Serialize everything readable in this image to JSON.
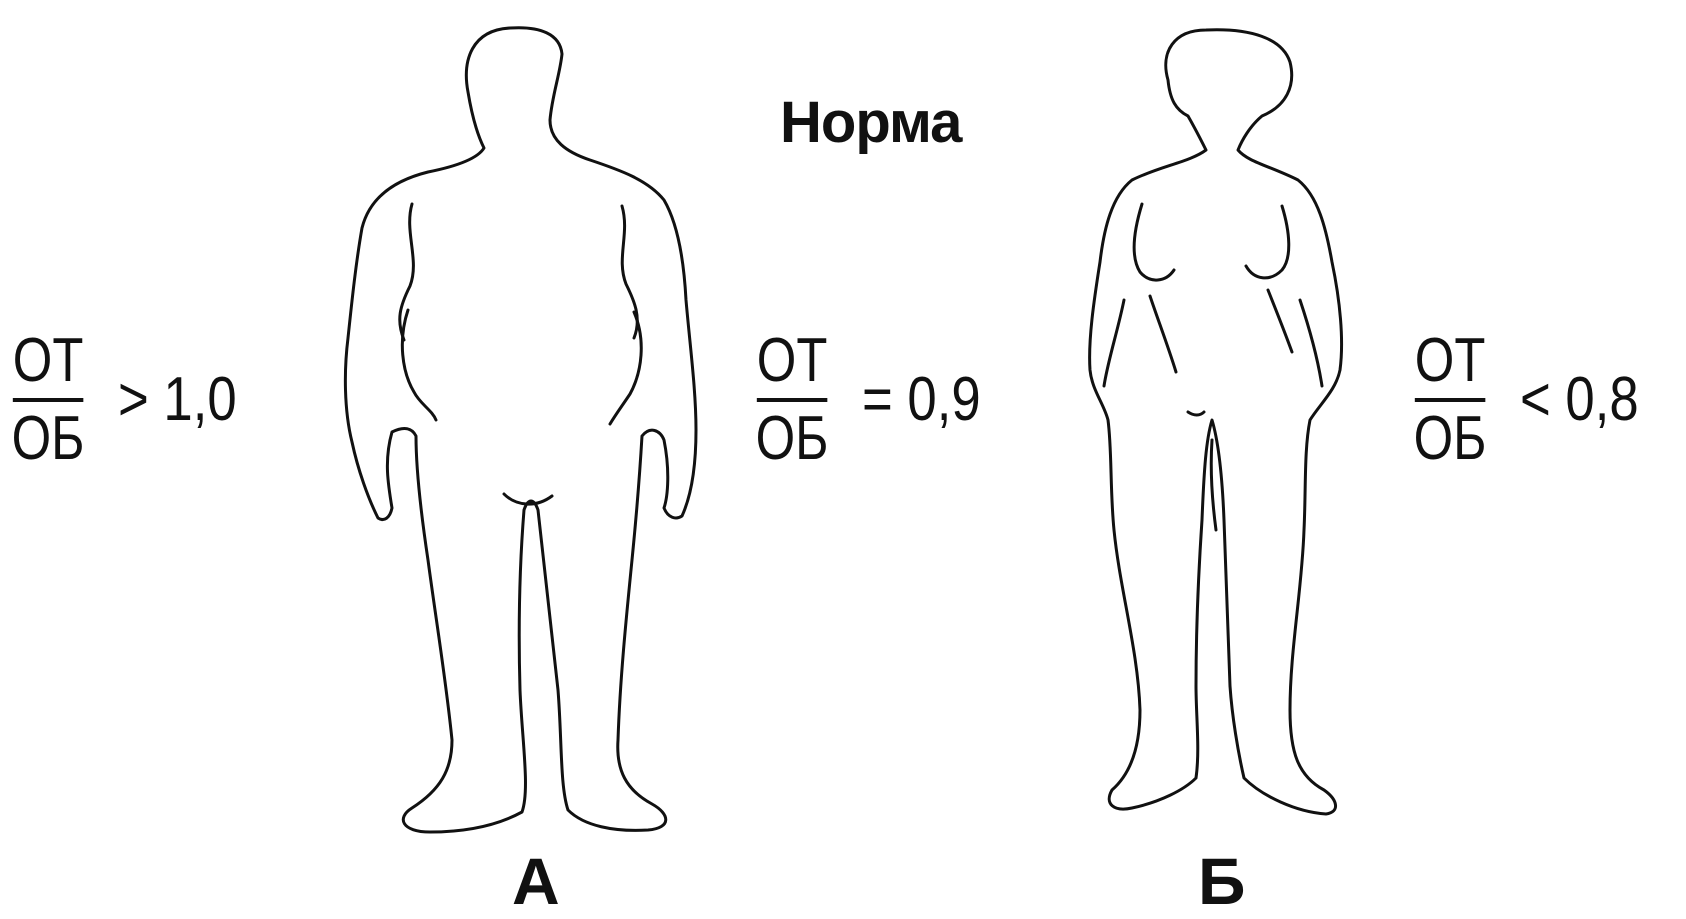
{
  "norma_label": "Норма",
  "ratios": {
    "a": {
      "numerator": "ОТ",
      "denominator": "ОБ",
      "relation": "> 1,0"
    },
    "norm": {
      "numerator": "ОТ",
      "denominator": "ОБ",
      "relation": "= 0,9"
    },
    "b": {
      "numerator": "ОТ",
      "denominator": "ОБ",
      "relation": "< 0,8"
    }
  },
  "figure_labels": {
    "a": "А",
    "b": "Б"
  },
  "colors": {
    "ink": "#111111",
    "background": "#ffffff"
  }
}
